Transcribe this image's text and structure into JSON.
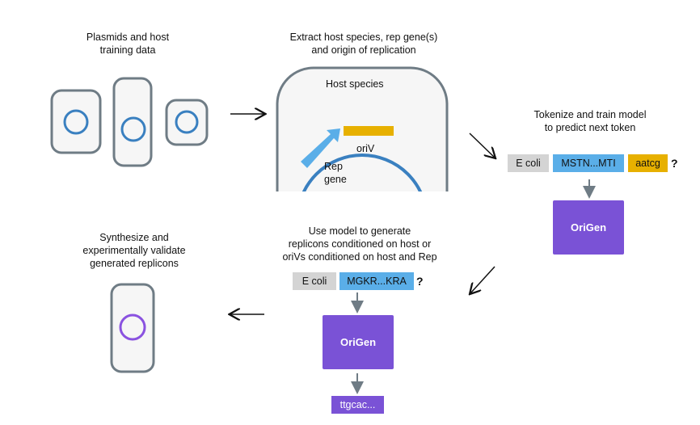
{
  "steps": {
    "step1": {
      "label_line1": "Plasmids and host",
      "label_line2": "training data"
    },
    "step2": {
      "label_line1": "Extract host species, rep gene(s)",
      "label_line2": "and origin of replication",
      "host_species": "Host species",
      "oriv": "oriV",
      "rep_line1": "Rep",
      "rep_line2": "gene"
    },
    "step3": {
      "label_line1": "Tokenize and train model",
      "label_line2": "to predict next token",
      "tokens": [
        "E coli",
        "MSTN...MTI",
        "aatcg"
      ],
      "qmark": "?",
      "model": "OriGen"
    },
    "step4": {
      "label_line1": "Use model to generate",
      "label_line2": "replicons conditioned on host or",
      "label_line3": "oriVs conditioned on host and Rep",
      "tokens": [
        "E coli",
        "MGKR...KRA"
      ],
      "qmark": "?",
      "model": "OriGen",
      "output": "ttgcac..."
    },
    "step5": {
      "label_line1": "Synthesize and",
      "label_line2": "experimentally validate",
      "label_line3": "generated replicons"
    }
  },
  "colors": {
    "cell_border": "#6f7c85",
    "cell_fill": "#f6f6f6",
    "plasmid_blue": "#3a80c0",
    "plasmid_purple": "#8a52e0",
    "model_purple": "#7a52d6",
    "oriv_gold": "#e7b000",
    "rep_blue": "#5aaee8",
    "arrow": "#111111",
    "gray_arrow": "#6f7c85"
  }
}
